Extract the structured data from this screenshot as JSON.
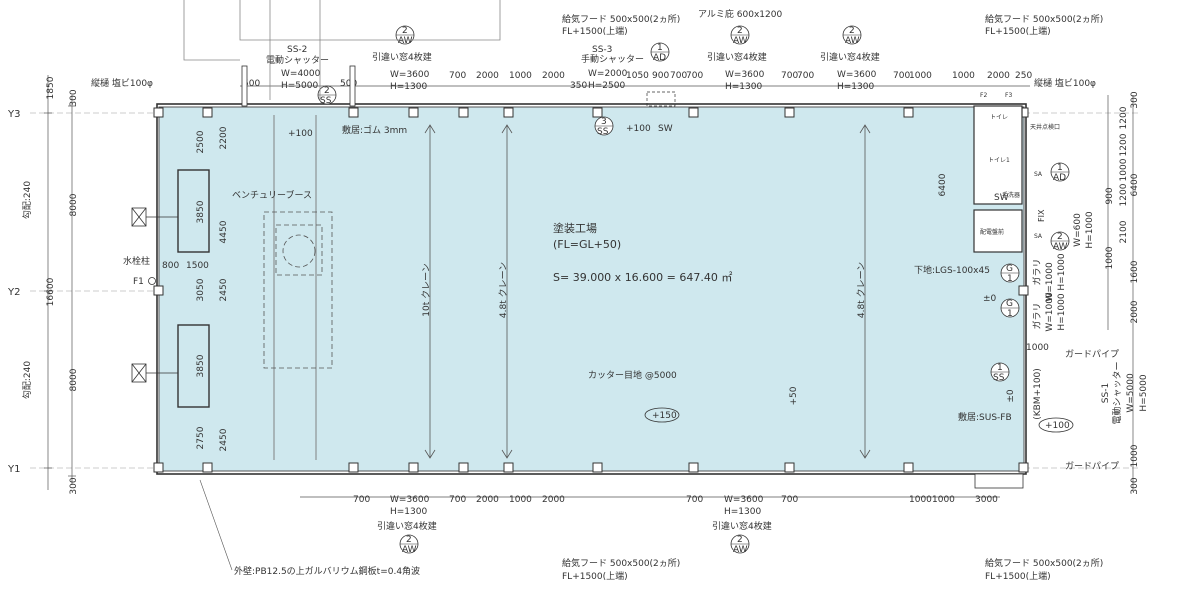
{
  "axes": {
    "rows": [
      "Y3",
      "Y2",
      "Y1"
    ],
    "span": "16600",
    "left_vertical_dims": [
      "1850",
      "300",
      "8000",
      "8000",
      "300"
    ]
  },
  "floor": {
    "name": "塗装工場",
    "level": "(FL=GL+50)",
    "area": "S= 39.000 x 16.600 = 647.40 ㎡",
    "joint": "カッター目地 @5000",
    "spot_level": "+150",
    "level_100": "+100",
    "zero": "±0",
    "plus50": "+50",
    "kbm": "(KBM+100)"
  },
  "cranes": [
    "10t クレーン",
    "4.8t クレーン",
    "4.8t クレーン"
  ],
  "slopes": [
    "勾配:240",
    "勾配:240"
  ],
  "booth": {
    "name": "ベンチュリーブース",
    "dims": [
      "2500",
      "3850",
      "3050",
      "3850",
      "2750",
      "2200",
      "4450",
      "2450",
      "2450",
      "800",
      "1500"
    ]
  },
  "hydrant": "水栓柱",
  "f1": "F1",
  "shutter_ss2": {
    "code": "SS-2",
    "name": "電動シャッター",
    "w": "W=4000",
    "h": "H=5000"
  },
  "shutter_ss3": {
    "code": "SS-3",
    "name": "手動シャッター",
    "w": "W=2000",
    "h": "H=2500"
  },
  "shutter_ss1": {
    "code": "SS-1",
    "name": "電動シャッター",
    "w": "W=5000",
    "h": "H=5000"
  },
  "windows": {
    "label": "引違い窓4枚建",
    "w": "W=3600",
    "h": "H=1300"
  },
  "hoods": {
    "label": "給気フード 500x500(2ヵ所)",
    "fl": "FL+1500(上端)"
  },
  "alumi": "アルミ庇 600x1200",
  "downspout": "縦樋 塩ビ100φ",
  "top_dims": [
    "500",
    "500",
    "700",
    "2000",
    "1000",
    "2000",
    "350",
    "1050",
    "900",
    "700",
    "700",
    "700",
    "700",
    "700",
    "1000",
    "1000",
    "2000",
    "250"
  ],
  "bottom_dims": [
    "700",
    "700",
    "2000",
    "1000",
    "2000",
    "700",
    "700",
    "1000",
    "1000",
    "3000"
  ],
  "right_dims": [
    "300",
    "1200",
    "1200",
    "1000",
    "1200",
    "2100",
    "1600",
    "2000",
    "1000",
    "1000",
    "300",
    "6400",
    "6400",
    "900",
    "1000"
  ],
  "floor_finish_rubber": "敷居:ゴム 3mm",
  "floor_finish_sus": "敷居:SUS-FB",
  "guard_pipe": "ガードパイプ",
  "base_lgs": "下地:LGS-100x45",
  "sw": "SW",
  "fix": "FIX",
  "glass": "ガラリ",
  "glass_w": "W=1000",
  "glass_h": "H=1000",
  "ad_w": "W=600",
  "ad_h": "H=1000",
  "toilet": "トイレ",
  "toilet2": "トイレ1",
  "room_switch": "配電盤前",
  "sink": "手洗器",
  "ceiling_hatch": "天井点検口",
  "sa": "SA",
  "f2": "F2",
  "f3": "F3",
  "wall_note": "外壁:PB12.5の上ガルバリウム鋼板t=0.4角波",
  "tags": {
    "aw": "AW",
    "ad": "AD",
    "ss": "SS",
    "g": "G",
    "n1": "1",
    "n2": "2",
    "n3": "3"
  },
  "colors": {
    "floor_fill": "#cfe8ee",
    "line": "#333333"
  }
}
